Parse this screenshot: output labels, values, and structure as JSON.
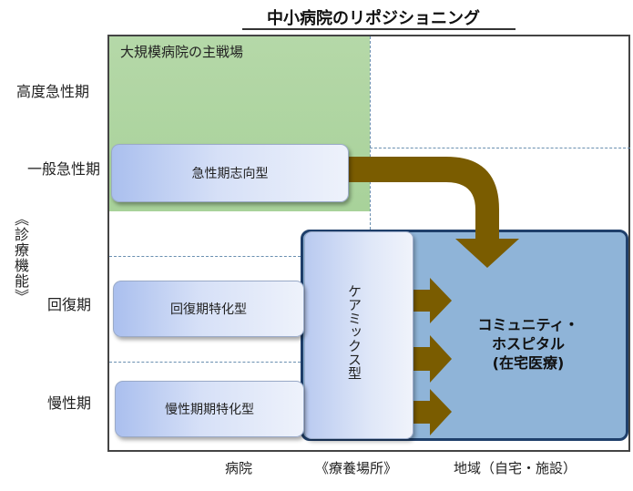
{
  "title": "中小病院のリポジショニング",
  "zone_label": "大規模病院の主戦場",
  "rows": {
    "r1": "高度急性期",
    "r2": "一般急性期",
    "r3": "回復期",
    "r4": "慢性期"
  },
  "y_axis_label": "《診療機能》",
  "x_axis": {
    "left": "病院",
    "middle": "《療養場所》",
    "right": "地域（自宅・施設）"
  },
  "boxes": {
    "acute": "急性期志向型",
    "recovery": "回復期特化型",
    "chronic": "慢性期期特化型",
    "caremix": "ケアミックス型"
  },
  "community": {
    "line1": "コミュニティ・",
    "line2": "ホスピタル",
    "line3": "(在宅医療)"
  },
  "colors": {
    "green_zone": "#a8d29a",
    "community_fill": "#8fb4d8",
    "community_border": "#1f3f6b",
    "arrow": "#7a5c00"
  }
}
